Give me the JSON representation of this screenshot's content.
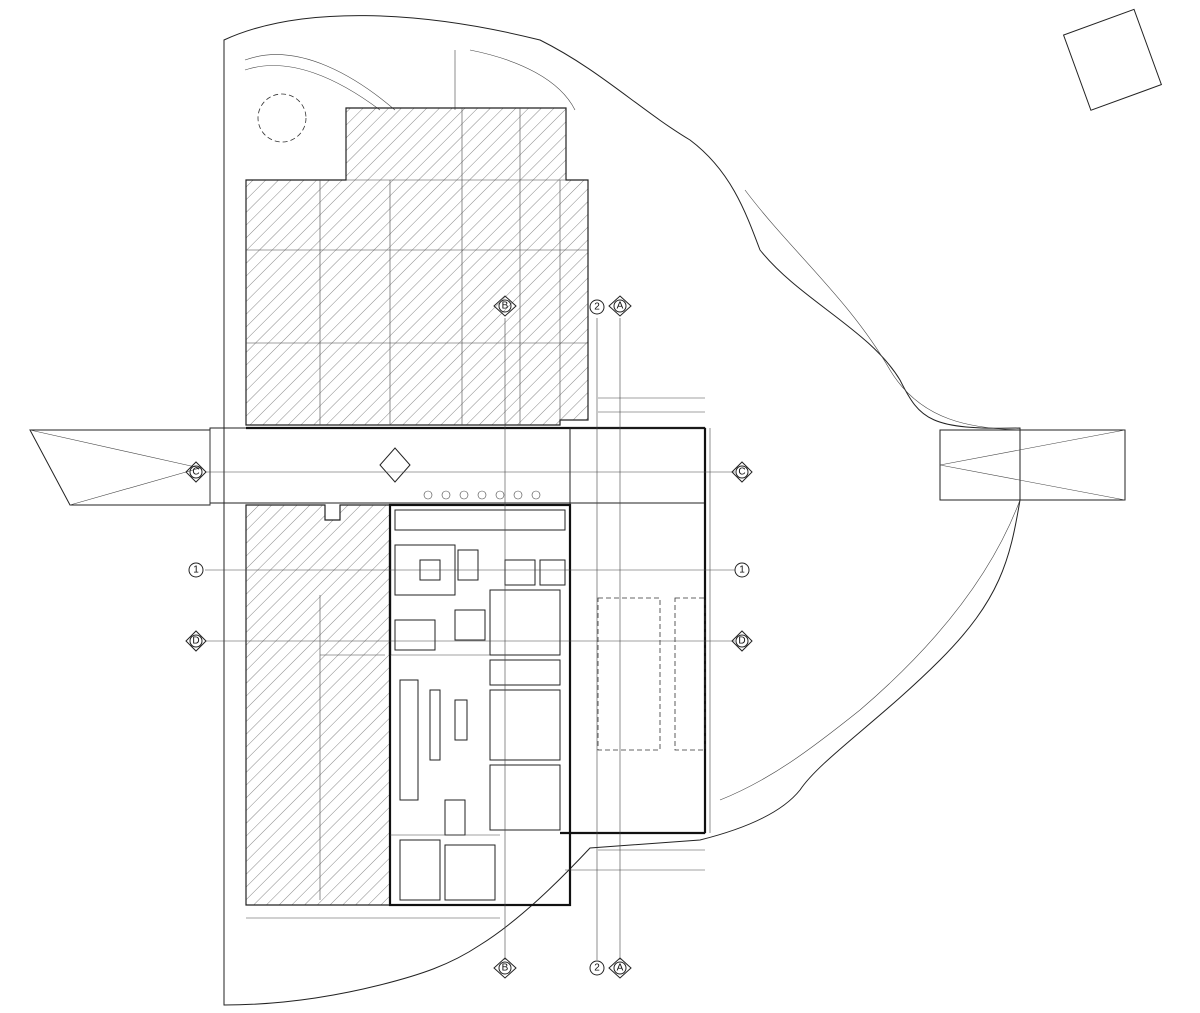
{
  "grid_markers": {
    "top": [
      "B",
      "2",
      "A"
    ],
    "bottom": [
      "B",
      "2",
      "A"
    ],
    "left": [
      "C",
      "1",
      "D"
    ],
    "right": [
      "C",
      "1",
      "D"
    ]
  },
  "colors": {
    "line": "#222222",
    "background": "#ffffff"
  }
}
